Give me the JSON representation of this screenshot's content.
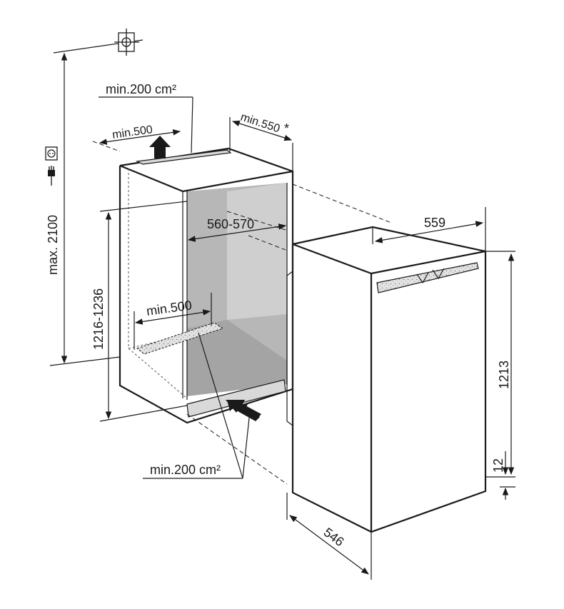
{
  "dimensions": {
    "max_height": "max. 2100",
    "niche_height": "1216-1236",
    "niche_width": "560-570",
    "niche_depth_min": "min.550",
    "niche_depth_asterisk": "*",
    "top_vent_width": "min.500",
    "floor_vent_width": "min.500",
    "top_vent_area": "min.200 cm²",
    "bottom_vent_area": "min.200 cm²",
    "appliance_width": "559",
    "appliance_height": "1213",
    "appliance_depth": "546",
    "plinth_gap": "12"
  },
  "icons": [
    "wall-socket-icon",
    "power-plug-icon",
    "centerline-crosshair-icon",
    "airflow-arrow-up-icon",
    "airflow-arrow-in-icon"
  ],
  "colors": {
    "line": "#1a1a1a",
    "niche_back": "#b7b7b7",
    "niche_side": "#cfcfcf",
    "niche_floor": "#a4a4a4"
  }
}
